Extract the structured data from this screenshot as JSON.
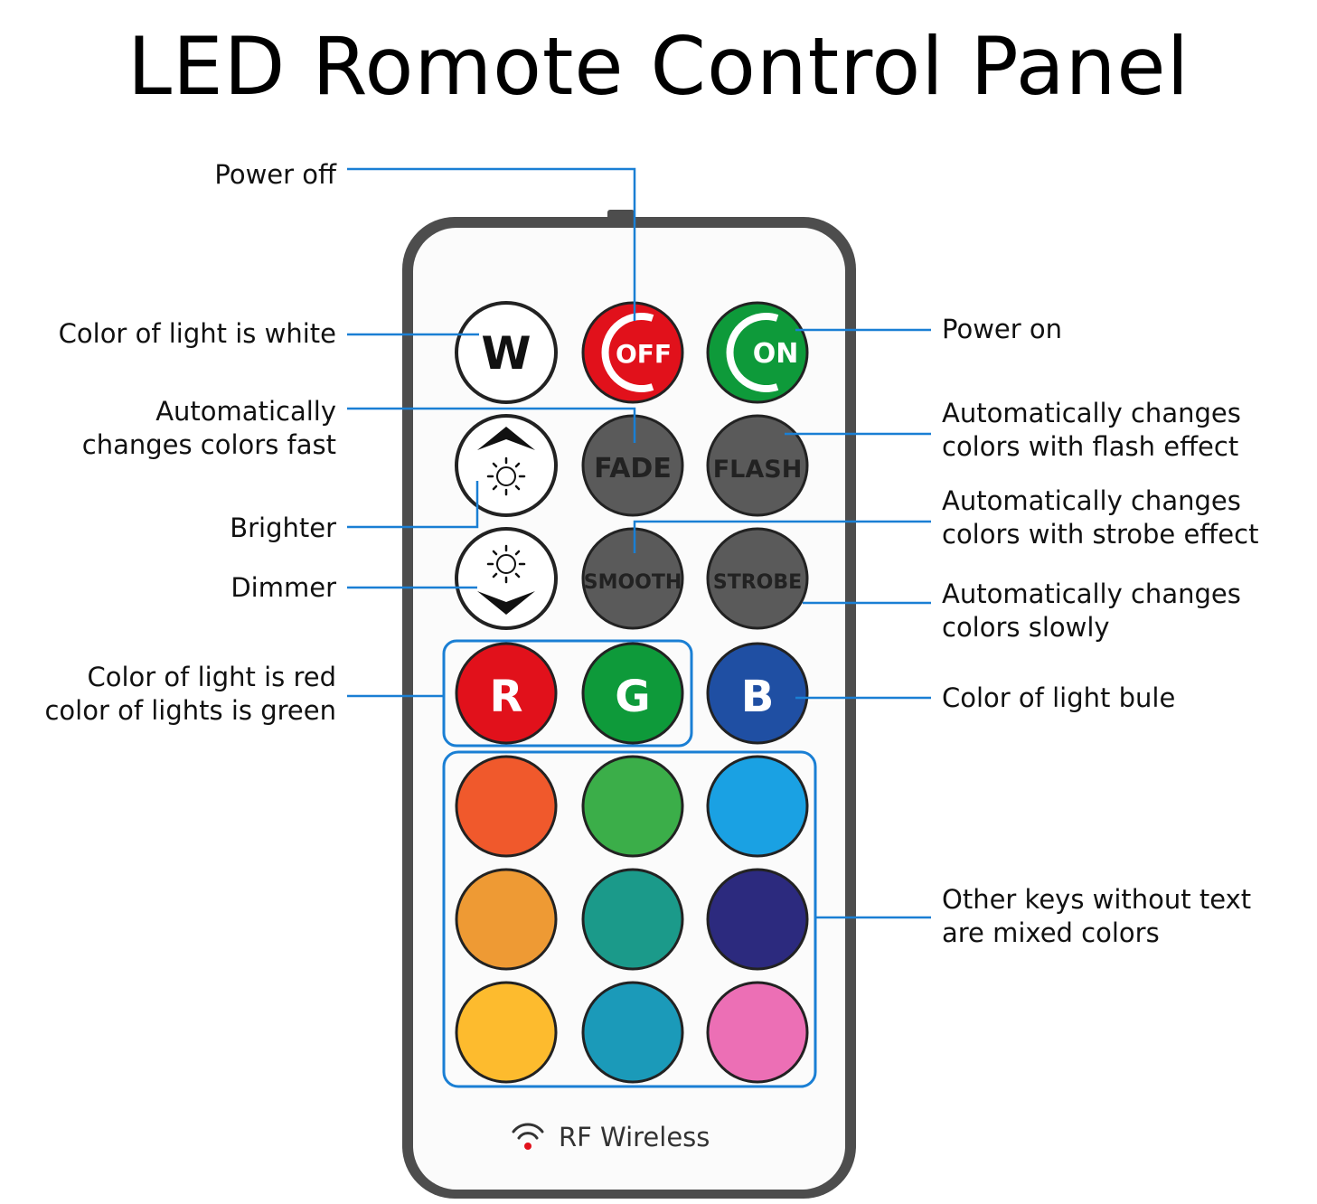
{
  "title": "LED Romote Control Panel",
  "annotations": {
    "power_off": "Power off",
    "white": "Color of light is white",
    "fast": [
      "Automatically",
      "changes colors fast"
    ],
    "brighter": "Brighter",
    "dimmer": "Dimmer",
    "red_green": [
      "Color of light is red",
      "color of lights is green"
    ],
    "power_on": "Power on",
    "flash": [
      "Automatically changes",
      "colors with flash effect"
    ],
    "strobe": [
      "Automatically changes",
      "colors with strobe effect"
    ],
    "slowly": [
      "Automatically changes",
      "colors slowly"
    ],
    "blue": "Color of light bule",
    "mixed": [
      "Other keys without text",
      "are mixed colors"
    ]
  },
  "buttons": {
    "white": "W",
    "off": "OFF",
    "on": "ON",
    "fade": "FADE",
    "flash": "FLASH",
    "smooth": "SMOOTH",
    "strobe": "STROBE",
    "red": "R",
    "green": "G",
    "blue": "B"
  },
  "footer": "RF Wireless",
  "colors": {
    "leader_line": "#1a7fd4",
    "remote_frame": "#555555",
    "red": "#e1111b",
    "green": "#0e9a3a",
    "blue": "#1f4fa3",
    "gray_button": "#5a5a5a",
    "mixed": [
      "#f0592c",
      "#3bae49",
      "#1aa1e3",
      "#ee9a34",
      "#1b9a8a",
      "#2c2a7e",
      "#fdbb2e",
      "#1b9ab9",
      "#ec6fb5"
    ]
  }
}
